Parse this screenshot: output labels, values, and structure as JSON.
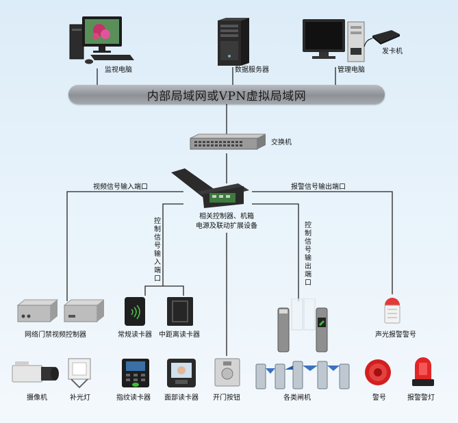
{
  "network": {
    "lan_label": "内部局域网或VPN虚拟局域网"
  },
  "top_devices": {
    "monitor_pc": "监视电脑",
    "data_server": "数据服务器",
    "management_pc": "管理电脑",
    "card_issuer": "发卡机"
  },
  "switch": {
    "label": "交换机"
  },
  "controller": {
    "label_line1": "相关控制器、机箱",
    "label_line2": "电源及联动扩展设备"
  },
  "ports": {
    "video_input": "视频信号输入端口",
    "alarm_output": "报警信号输出端口",
    "control_input": "控制信号输入端口",
    "control_output": "控制信号输出端口"
  },
  "mid_devices": {
    "video_controller": "网络门禁视频控制器",
    "standard_reader": "常规读卡器",
    "mid_range_reader": "中距离读卡器",
    "sound_light_alarm": "声光报警警号"
  },
  "bottom_devices": {
    "camera": "摄像机",
    "fill_light": "补光灯",
    "fingerprint_reader": "指纹读卡器",
    "face_reader": "面部读卡器",
    "door_button": "开门按钮",
    "gates": "各类闸机",
    "siren": "警号",
    "alarm_lamp": "报警警灯"
  }
}
